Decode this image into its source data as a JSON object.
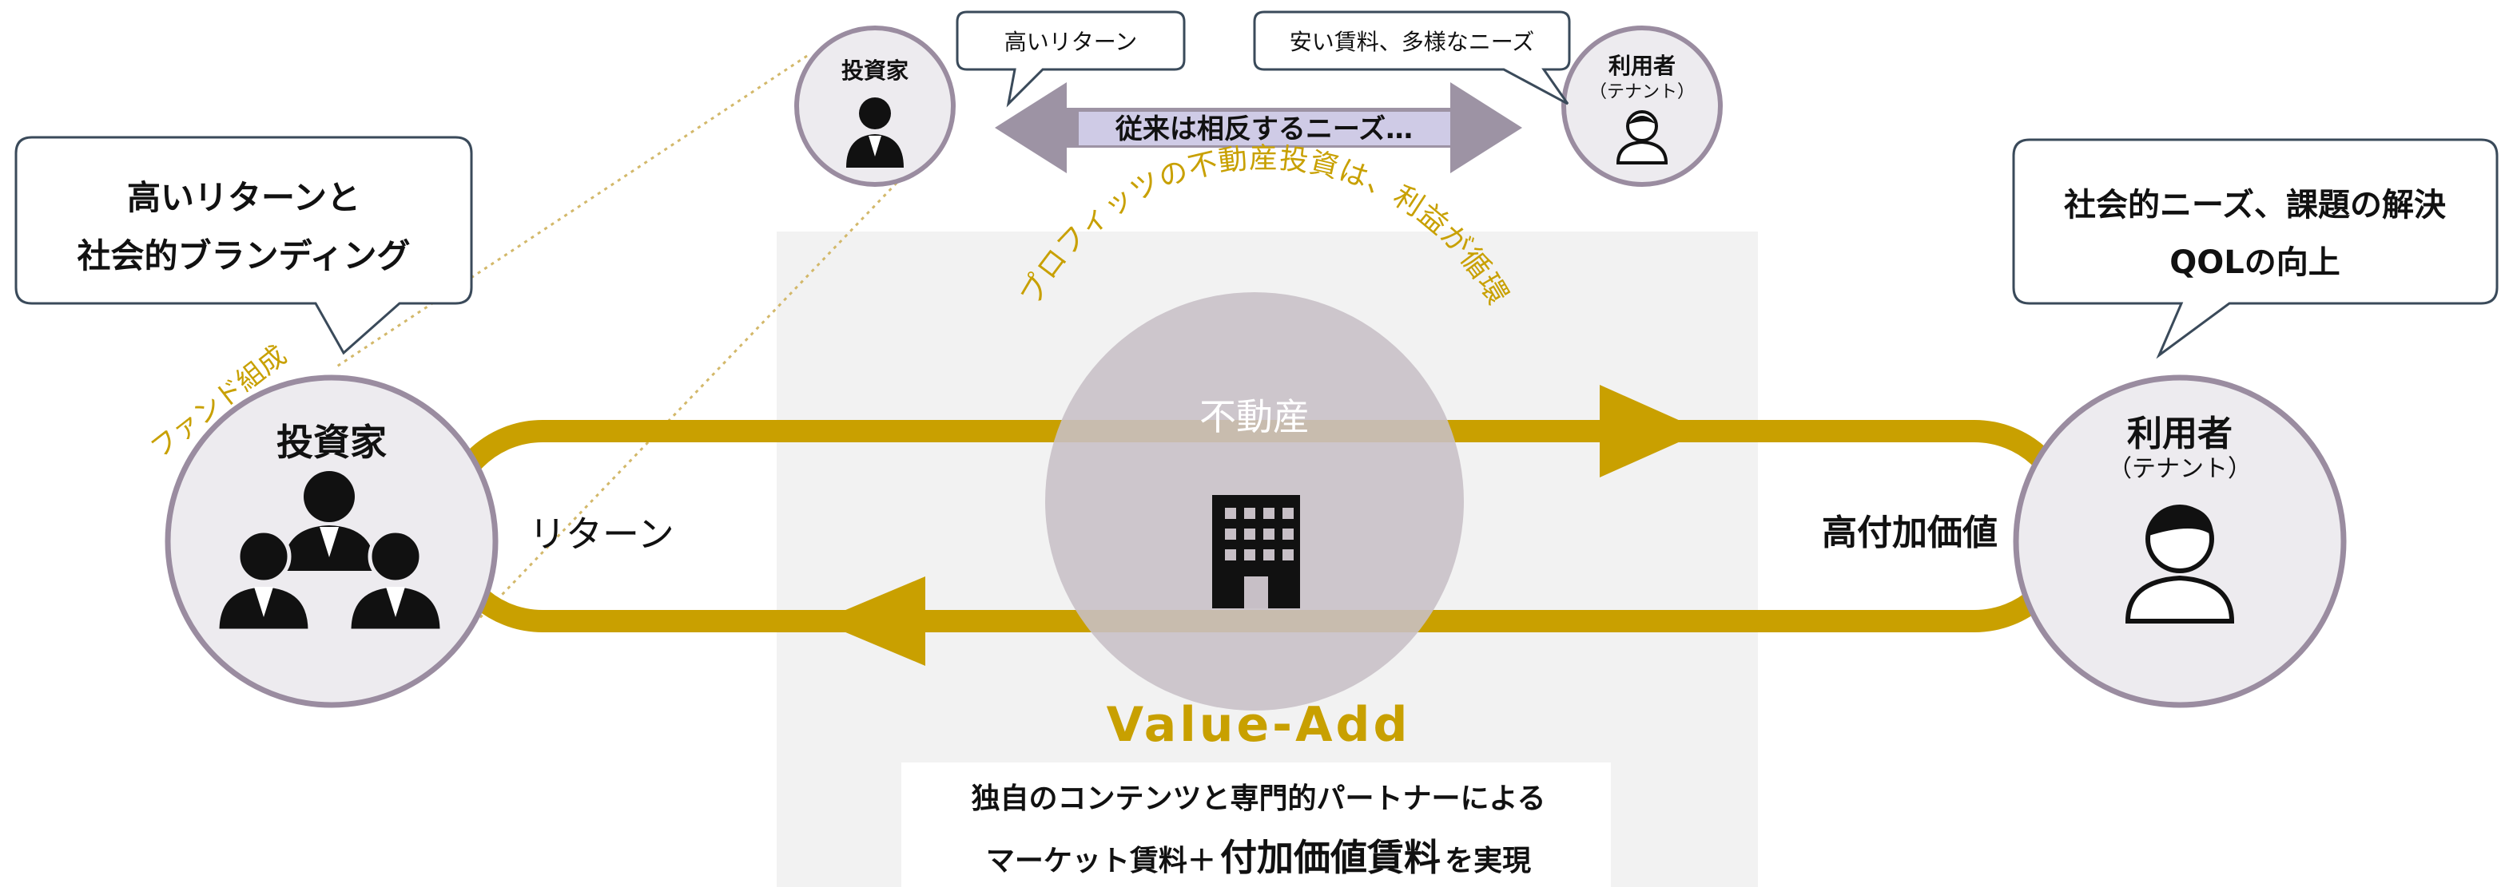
{
  "top": {
    "investor_label": "投資家",
    "tenant_label": "利用者",
    "tenant_sub": "（テナント）",
    "investor_bubble": "高いリターン",
    "tenant_bubble": "安い賃料、多様なニーズ",
    "conflict_label": "従来は相反するニーズ…"
  },
  "left_bubble": {
    "line1": "高いリターンと",
    "line2": "社会的ブランディング"
  },
  "right_bubble": {
    "line1": "社会的ニーズ、課題の解決",
    "line2": "QOLの向上"
  },
  "fund_label": "ファンド組成",
  "investor": {
    "label": "投資家"
  },
  "tenant": {
    "label": "利用者",
    "sub": "（テナント）"
  },
  "center": {
    "arc_text": "プロフィッツの不動産投資は、利益が循環",
    "property_label": "不動産",
    "return_label": "リターン",
    "value_label": "高付加価値",
    "value_add": "Value-Add",
    "desc_line1": "独自のコンテンツと専門的パートナーによる",
    "desc_line2_a": "マーケット賃料＋",
    "desc_line2_b": "付加価値賃料",
    "desc_line2_c": "を実現"
  },
  "colors": {
    "gold": "#C9A000",
    "gold_text": "#C8A000",
    "circle_fill": "#EDEBEF",
    "circle_stroke": "#9A8CA0",
    "panel": "#F2F2F2",
    "center_circle": "#C7BFC6",
    "arrow_band": "#9D93A4",
    "conflict_bg": "#CFCBE6",
    "bubble_stroke": "#3A4A5A"
  }
}
